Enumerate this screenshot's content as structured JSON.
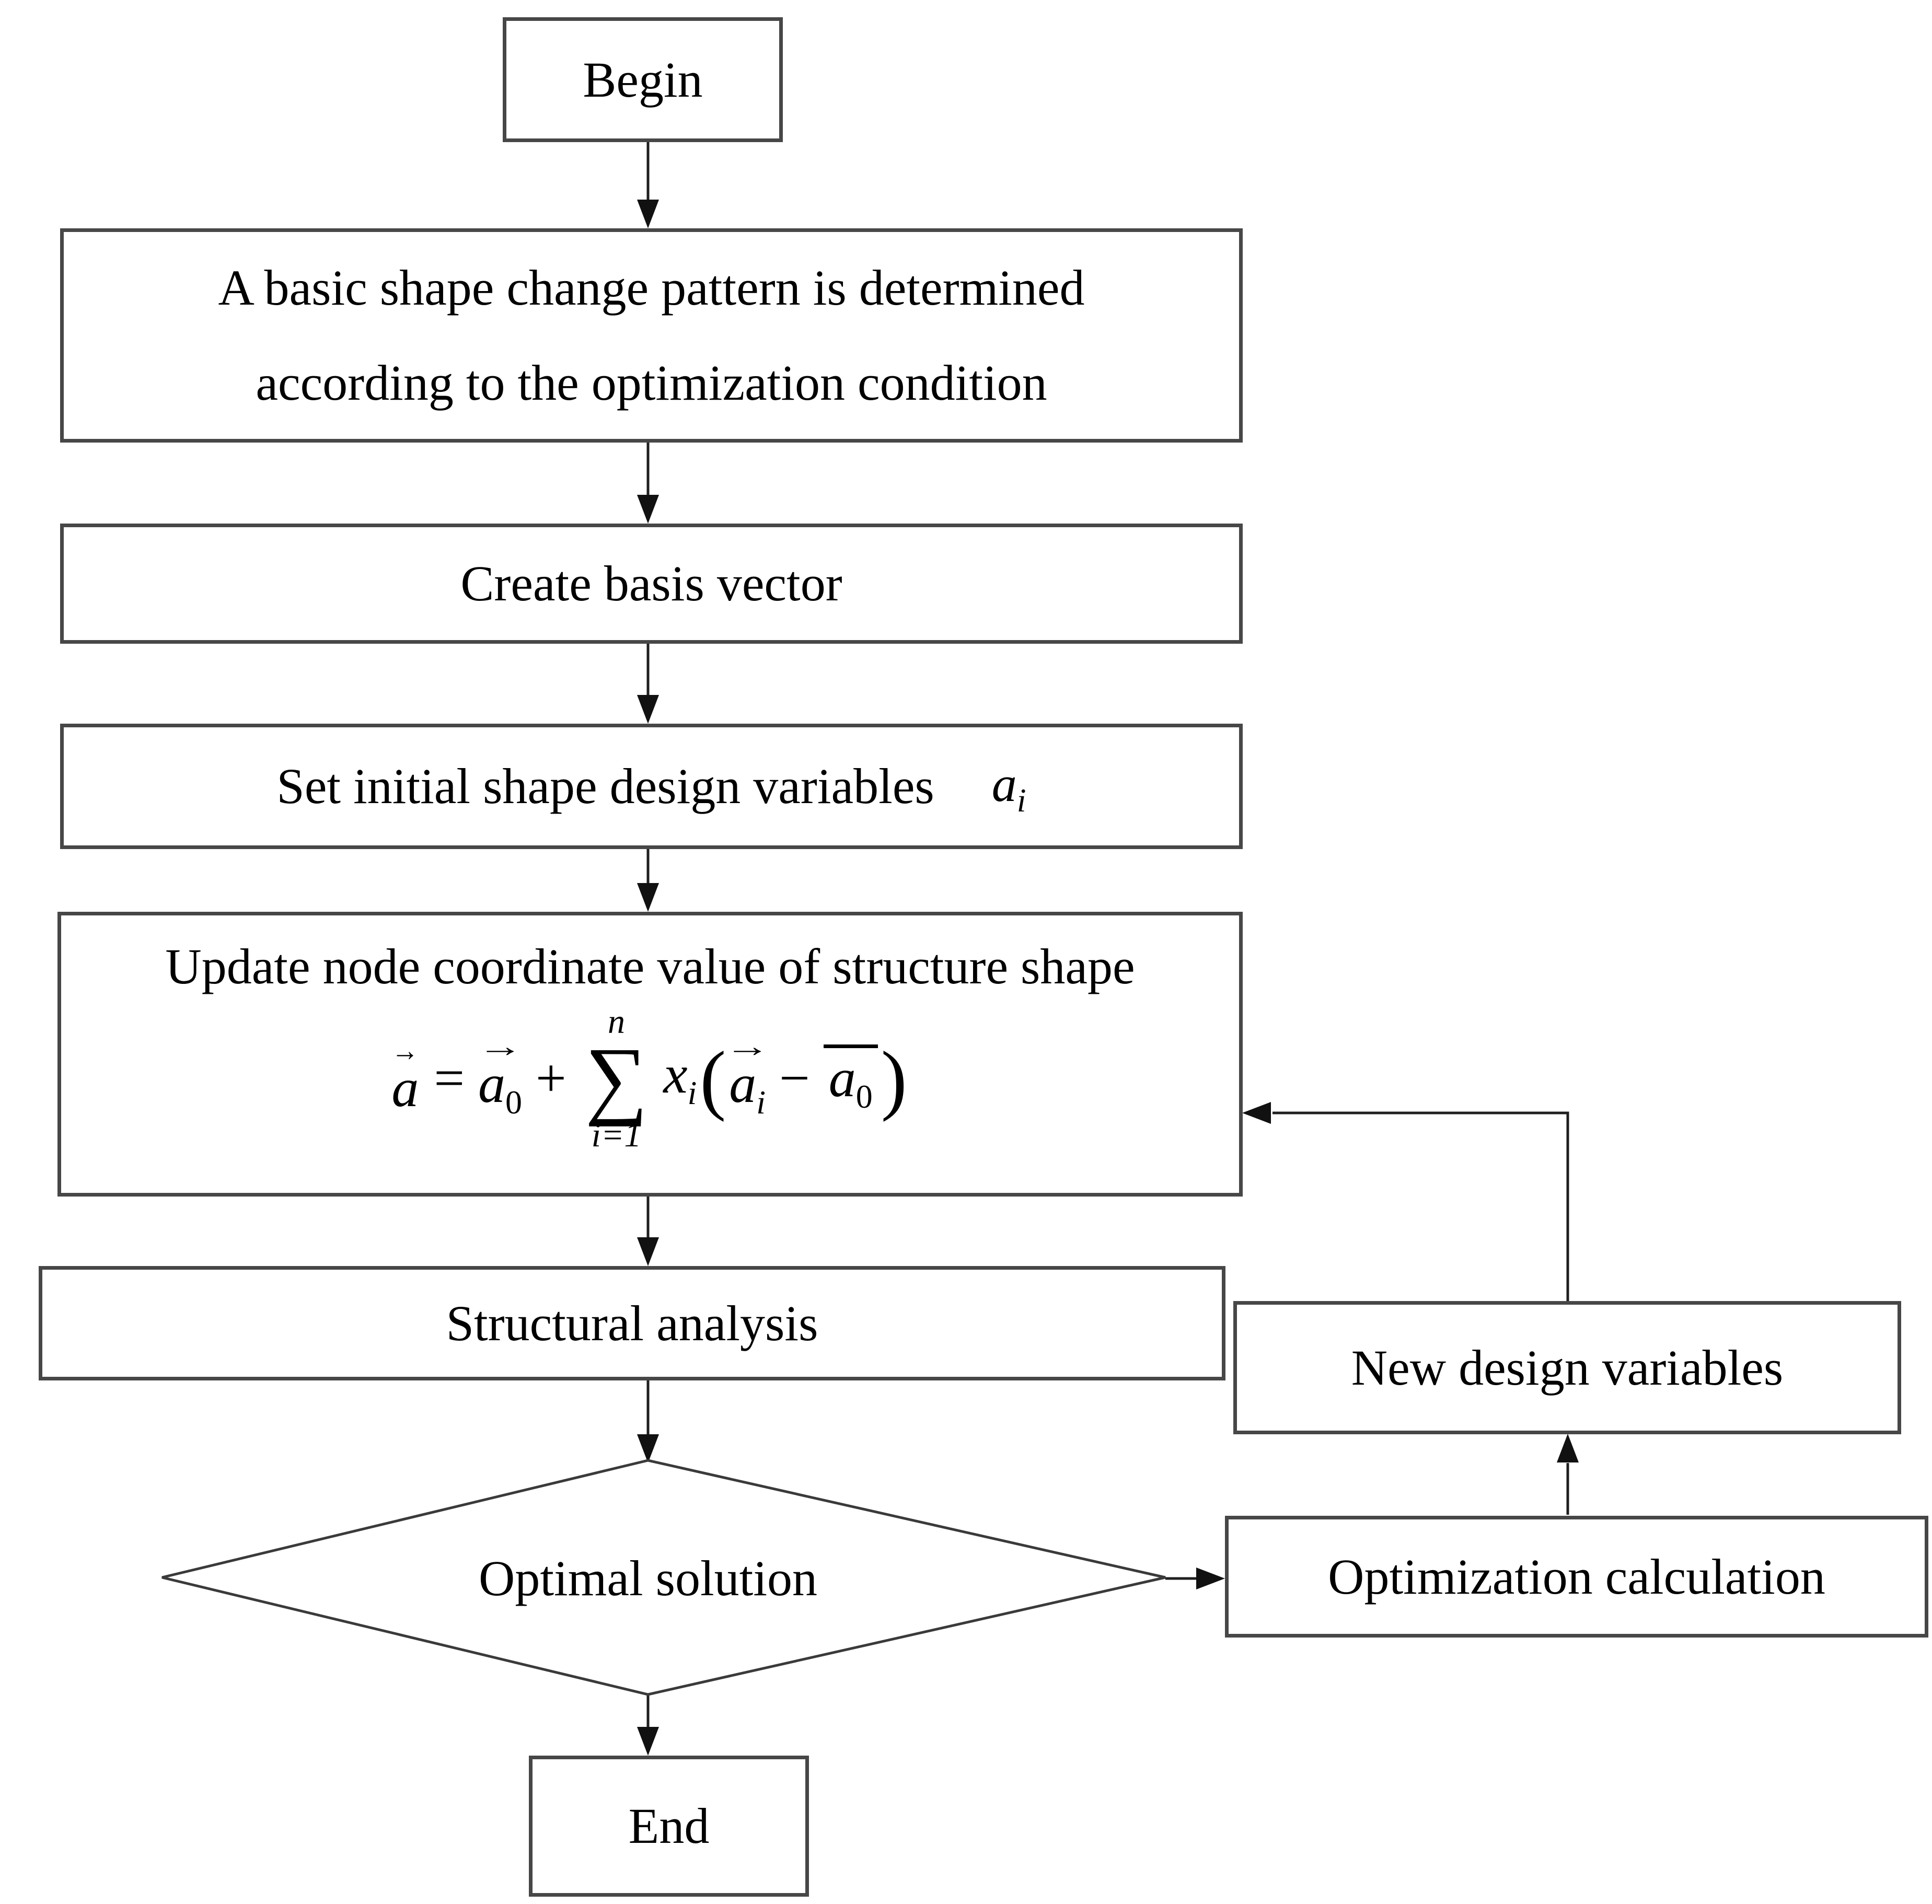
{
  "nodes": {
    "begin": {
      "label": "Begin"
    },
    "pattern": {
      "line1": "A basic shape change pattern is determined",
      "line2": "according to the optimization condition"
    },
    "create_basis": {
      "label": "Create basis vector"
    },
    "set_initial": {
      "label": "Set initial shape design variables",
      "var_base": "a",
      "var_sub": "i"
    },
    "update": {
      "title": "Update node coordinate value of structure shape"
    },
    "structural": {
      "label": "Structural analysis"
    },
    "decision": {
      "label": "Optimal solution"
    },
    "end_node": {
      "label": "End"
    },
    "new_design": {
      "label": "New design variables"
    },
    "opt_calc": {
      "label": "Optimization calculation"
    }
  },
  "formula": {
    "vector_arrow": "→",
    "lhs_base": "a",
    "equals": "=",
    "a0_base": "a",
    "a0_sub": "0",
    "plus": "+",
    "sum_upper": "n",
    "sum_symbol": "∑",
    "sum_lower": "i=1",
    "x_base": "x",
    "x_sub": "i",
    "open_paren": "(",
    "ai_base": "a",
    "ai_sub": "i",
    "minus": "−",
    "a0bar_base": "a",
    "a0bar_sub": "0",
    "close_paren": ")"
  },
  "colors": {
    "line": "#1f1f1f",
    "border": "#474747",
    "text": "#000000"
  }
}
